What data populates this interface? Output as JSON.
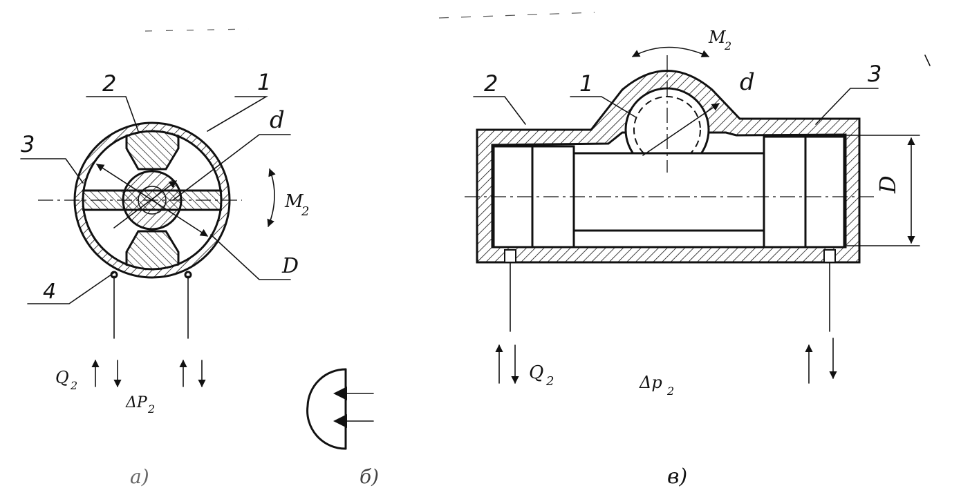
{
  "fig_a": {
    "label_1": "1",
    "label_2": "2",
    "label_3": "3",
    "label_4": "4",
    "label_d": "d",
    "label_D": "D",
    "moment": "M",
    "moment_sub": "2",
    "flow": "Q",
    "flow_sub": "2",
    "pressure": "ΔP",
    "pressure_sub": "2",
    "caption": "а)"
  },
  "fig_b": {
    "caption": "б)"
  },
  "fig_c": {
    "label_1": "1",
    "label_2": "2",
    "label_3": "3",
    "label_d": "d",
    "label_D": "D",
    "moment": "M",
    "moment_sub": "2",
    "flow": "Q",
    "flow_sub": "2",
    "pressure": "Δp",
    "pressure_sub": "2",
    "caption": "в)"
  },
  "colors": {
    "ink": "#111111",
    "paper": "#ffffff"
  }
}
